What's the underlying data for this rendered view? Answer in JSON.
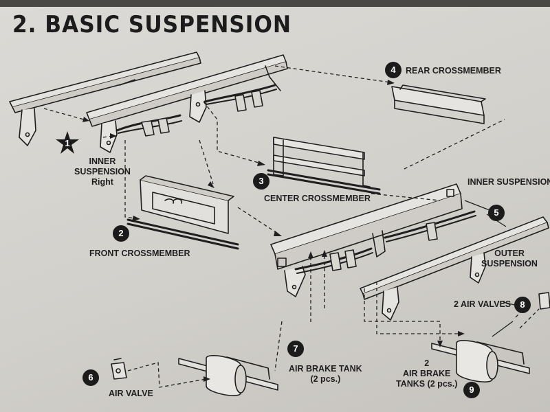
{
  "page": {
    "title": "2. BASIC  SUSPENSION"
  },
  "parts": [
    {
      "number": "1",
      "label_lines": [
        "INNER",
        "SUSPENSION",
        "Right"
      ]
    },
    {
      "number": "2",
      "label_lines": [
        "FRONT CROSSMEMBER"
      ]
    },
    {
      "number": "3",
      "label_lines": [
        "CENTER CROSSMEMBER"
      ]
    },
    {
      "number": "4",
      "label_lines": [
        "REAR CROSSMEMBER"
      ]
    },
    {
      "number": "5",
      "label_lines": [
        "INNER SUSPENSION",
        "OUTER",
        "SUSPENSION"
      ]
    },
    {
      "number": "6",
      "label_lines": [
        "AIR VALVE"
      ]
    },
    {
      "number": "7",
      "label_lines": [
        "AIR BRAKE TANK",
        "(2 pcs.)"
      ]
    },
    {
      "number": "8",
      "label_lines": [
        "2 AIR VALVES"
      ]
    },
    {
      "number": "9",
      "label_lines": [
        "2",
        "AIR BRAKE",
        "TANKS (2 pcs.)"
      ]
    }
  ],
  "colors": {
    "ink": "#1f1f1f",
    "paper": "#d6d4cf",
    "badge": "#1b1b1b"
  }
}
